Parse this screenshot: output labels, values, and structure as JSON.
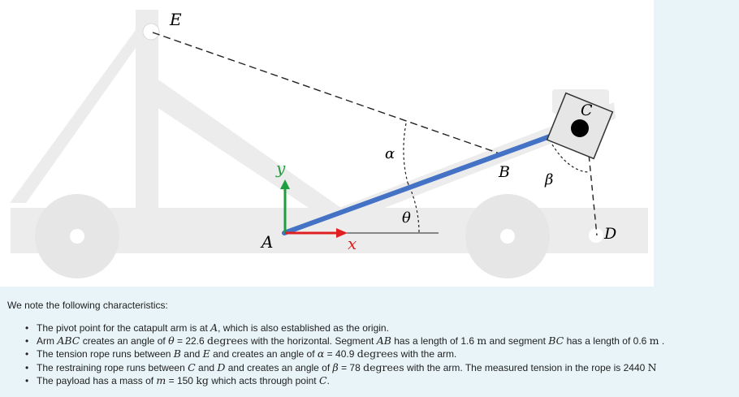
{
  "figure": {
    "labels": {
      "E": "E",
      "y": "y",
      "alpha": "α",
      "theta": "θ",
      "B": "B",
      "beta": "β",
      "C": "C",
      "A": "A",
      "x": "x",
      "D": "D"
    },
    "colors": {
      "arm": "#4472c4",
      "x_axis": "#e02020",
      "y_axis": "#1e9e3e",
      "frame": "#ececec"
    }
  },
  "intro": "We note the following characteristics:",
  "facts": [
    [
      {
        "t": "The pivot point for the catapult arm is at "
      },
      {
        "m": "A"
      },
      {
        "t": ", which is also established as the origin."
      }
    ],
    [
      {
        "t": "Arm "
      },
      {
        "m": "ABC"
      },
      {
        "t": " creates an angle of "
      },
      {
        "m": "θ"
      },
      {
        "t": " = 22.6 "
      },
      {
        "u": "degrees"
      },
      {
        "t": " with the horizontal. Segment "
      },
      {
        "m": "AB"
      },
      {
        "t": " has a length of 1.6 "
      },
      {
        "u": "m"
      },
      {
        "t": " and segment "
      },
      {
        "m": "BC"
      },
      {
        "t": " has a length of 0.6 "
      },
      {
        "u": "m"
      },
      {
        "t": " ."
      }
    ],
    [
      {
        "t": "The tension rope runs between "
      },
      {
        "m": "B"
      },
      {
        "t": " and "
      },
      {
        "m": "E"
      },
      {
        "t": " and creates an angle of "
      },
      {
        "m": "α"
      },
      {
        "t": " = 40.9 "
      },
      {
        "u": "degrees"
      },
      {
        "t": " with the arm."
      }
    ],
    [
      {
        "t": "The restraining rope runs between "
      },
      {
        "m": "C"
      },
      {
        "t": " and "
      },
      {
        "m": "D"
      },
      {
        "t": " and creates an angle of "
      },
      {
        "m": "β"
      },
      {
        "t": " = 78 "
      },
      {
        "u": "degrees"
      },
      {
        "t": " with the arm. The measured tension in the rope is 2440 "
      },
      {
        "u": "N"
      }
    ],
    [
      {
        "t": "The payload has a mass of "
      },
      {
        "m": "m"
      },
      {
        "t": " = 150 "
      },
      {
        "u": "kg"
      },
      {
        "t": " which acts through point "
      },
      {
        "m": "C"
      },
      {
        "t": "."
      }
    ]
  ]
}
